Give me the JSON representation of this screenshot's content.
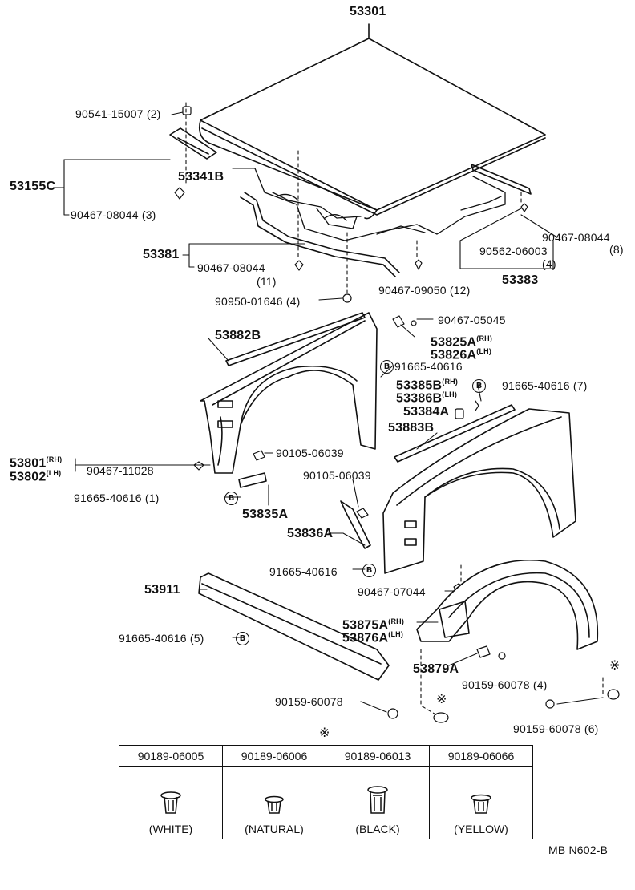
{
  "parts": {
    "hood": "53301",
    "hood_bolt": "90541-15007",
    "hood_bolt_qty": "(2)",
    "hood_hinge_bracket": "53155C",
    "clip_a": "90467-08044",
    "clip_a_qty3": "(3)",
    "hood_insulator": "53341B",
    "hood_seal_1": "53381",
    "clip_a_qty11": "(11)",
    "clip_a_qty8": "(8)",
    "rivet": "90562-06003",
    "rivet_qty": "(4)",
    "hood_seal_2": "53383",
    "clip_b": "90467-09050",
    "clip_b_qty": "(12)",
    "cushion": "90950-01646",
    "cushion_qty": "(4)",
    "fender_seal": "53882B",
    "clip_c": "90467-05045",
    "fender_brace_rh": "53825A",
    "fender_brace_lh": "53826A",
    "bolt_b": "91665-40616",
    "bolt_b_qty7": "(7)",
    "bolt_b_qty1": "(1)",
    "bolt_b_qty5": "(5)",
    "fender_protector_rh": "53385B",
    "fender_protector_lh": "53386B",
    "fender_pad": "53384A",
    "fender_seal_2": "53883B",
    "fender_rh": "53801",
    "fender_lh": "53802",
    "clip_d": "90467-11028",
    "screw": "90105-06039",
    "mudguard_bracket": "53835A",
    "mudguard_bracket_2": "53836A",
    "front_spoiler": "53911",
    "clip_e": "90467-07044",
    "liner_rh": "53875A",
    "liner_lh": "53876A",
    "liner_extension": "53879A",
    "screw_b": "90159-60078",
    "screw_b_qty4": "(4)",
    "screw_b_qty6": "(6)",
    "rh": "(RH)",
    "lh": "(LH)",
    "circle_b": "B",
    "note_mark": "※"
  },
  "clips_table": {
    "columns": [
      {
        "part": "90189-06005",
        "color": "(WHITE)"
      },
      {
        "part": "90189-06006",
        "color": "(NATURAL)"
      },
      {
        "part": "90189-06013",
        "color": "(BLACK)"
      },
      {
        "part": "90189-06066",
        "color": "(YELLOW)"
      }
    ]
  },
  "figure_code": "MB N602-B"
}
